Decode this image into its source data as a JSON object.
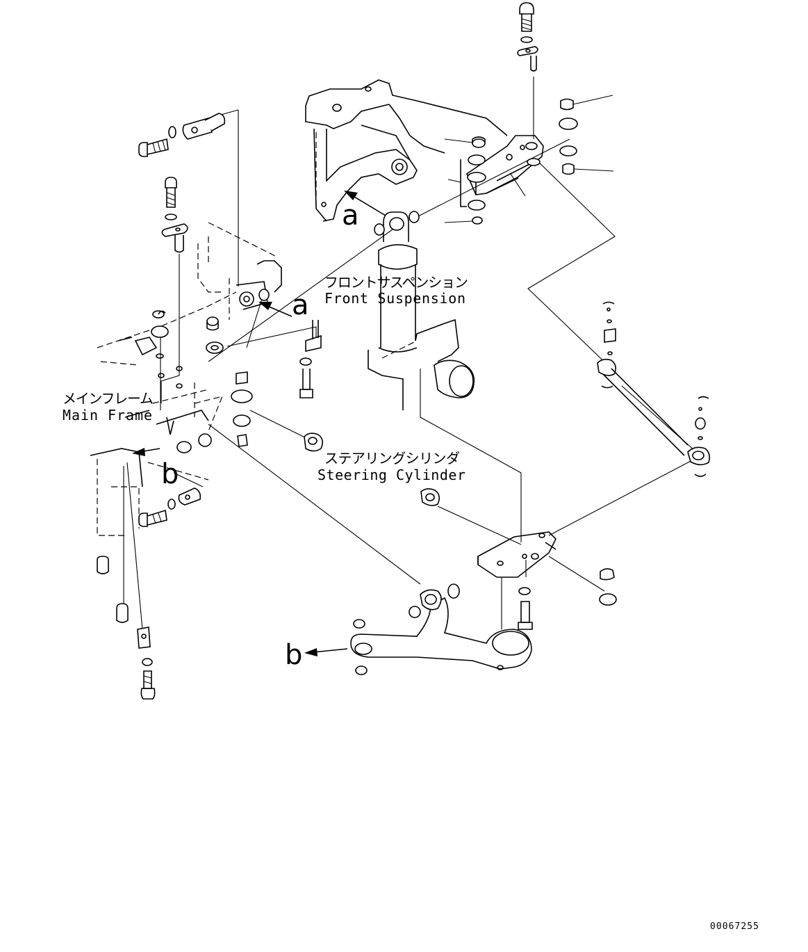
{
  "labels": {
    "front_suspension_jp": "フロントサスペンション",
    "front_suspension_en": "Front Suspension",
    "main_frame_jp": "メインフレーム",
    "main_frame_en": "Main Frame",
    "steering_cylinder_jp": "ステアリングシリンダ",
    "steering_cylinder_en": "Steering Cylinder"
  },
  "view_markers": {
    "a_top": "a",
    "a_frame": "a",
    "b_frame": "b",
    "b_arm": "b"
  },
  "drawing_code": "00067255"
}
